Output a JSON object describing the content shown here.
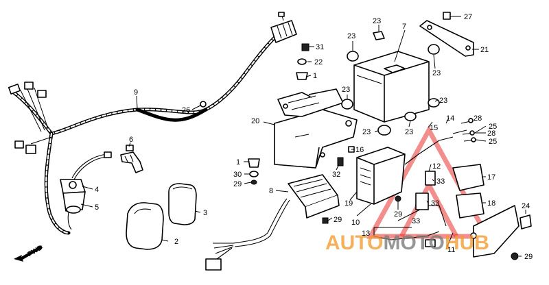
{
  "callouts": [
    {
      "label": "1"
    },
    {
      "label": "1"
    },
    {
      "label": "2"
    },
    {
      "label": "3"
    },
    {
      "label": "4"
    },
    {
      "label": "5"
    },
    {
      "label": "6"
    },
    {
      "label": "7"
    },
    {
      "label": "8"
    },
    {
      "label": "9"
    },
    {
      "label": "10"
    },
    {
      "label": "11"
    },
    {
      "label": "12"
    },
    {
      "label": "13"
    },
    {
      "label": "14"
    },
    {
      "label": "15"
    },
    {
      "label": "16"
    },
    {
      "label": "17"
    },
    {
      "label": "18"
    },
    {
      "label": "19"
    },
    {
      "label": "20"
    },
    {
      "label": "21"
    },
    {
      "label": "22"
    },
    {
      "label": "23"
    },
    {
      "label": "23"
    },
    {
      "label": "23"
    },
    {
      "label": "23"
    },
    {
      "label": "23"
    },
    {
      "label": "23"
    },
    {
      "label": "23"
    },
    {
      "label": "24"
    },
    {
      "label": "25"
    },
    {
      "label": "25"
    },
    {
      "label": "26"
    },
    {
      "label": "27"
    },
    {
      "label": "28"
    },
    {
      "label": "28"
    },
    {
      "label": "29"
    },
    {
      "label": "29"
    },
    {
      "label": "29"
    },
    {
      "label": "29"
    },
    {
      "label": "30"
    },
    {
      "label": "31"
    },
    {
      "label": "32"
    },
    {
      "label": "33"
    },
    {
      "label": "33"
    },
    {
      "label": "33"
    }
  ],
  "direction_marker": {
    "label": "FWD",
    "icon": "forward-arrow-icon"
  },
  "watermark": {
    "part1": "AUTO",
    "part2": "MOTO",
    "part3": "HUB",
    "color_orange": "#f29a2e",
    "color_grey": "#7d7d7d",
    "logo_color": "#e8322b"
  }
}
